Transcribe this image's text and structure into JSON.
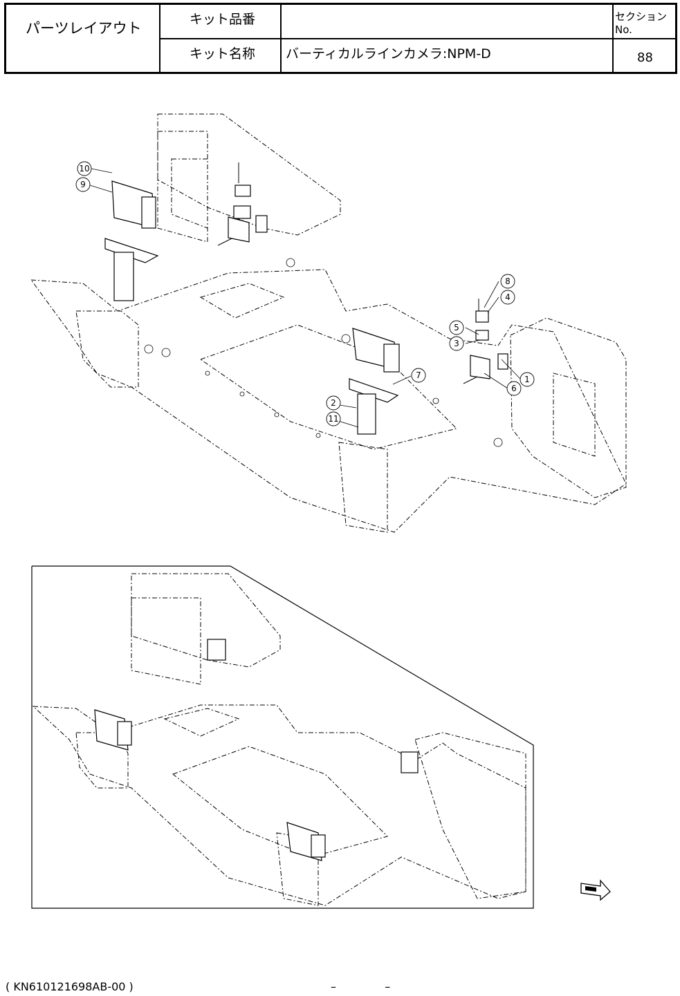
{
  "header": {
    "title": "パーツレイアウト",
    "kit_number_label": "キット品番",
    "kit_number_value": "",
    "kit_name_label": "キット名称",
    "kit_name_value": "バーティカルラインカメラ:NPM-D",
    "section_label": "セクションNo.",
    "section_value": "88"
  },
  "callouts": [
    "1",
    "2",
    "3",
    "4",
    "5",
    "6",
    "7",
    "8",
    "9",
    "10",
    "11"
  ],
  "footer": {
    "code": "( KN610121698AB-00 )",
    "page_left": "–",
    "page_right": "–"
  }
}
